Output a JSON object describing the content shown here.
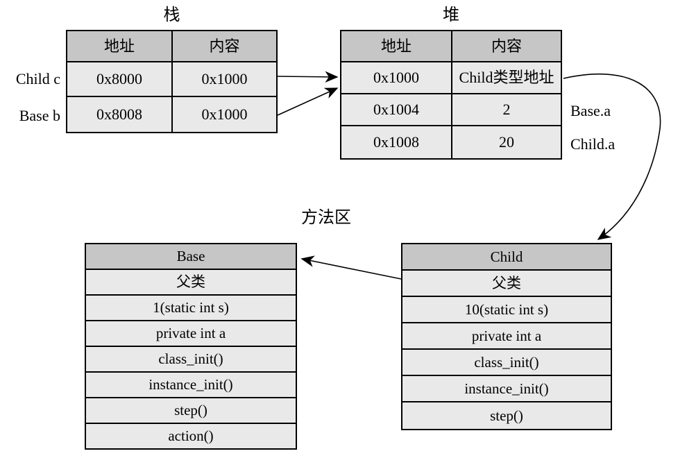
{
  "titles": {
    "stack": "栈",
    "heap": "堆",
    "method_area": "方法区"
  },
  "stack_table": {
    "headers": [
      "地址",
      "内容"
    ],
    "rows": [
      {
        "label": "Child c",
        "address": "0x8000",
        "content": "0x1000"
      },
      {
        "label": "Base b",
        "address": "0x8008",
        "content": "0x1000"
      }
    ]
  },
  "heap_table": {
    "headers": [
      "地址",
      "内容"
    ],
    "rows": [
      {
        "address": "0x1000",
        "content": "Child类型地址",
        "note": ""
      },
      {
        "address": "0x1004",
        "content": "2",
        "note": "Base.a"
      },
      {
        "address": "0x1008",
        "content": "20",
        "note": "Child.a"
      }
    ]
  },
  "base_class_table": {
    "title": "Base",
    "rows": [
      "父类",
      "1(static int s)",
      "private int a",
      "class_init()",
      "instance_init()",
      "step()",
      "action()"
    ]
  },
  "child_class_table": {
    "title": "Child",
    "rows": [
      "父类",
      "10(static int s)",
      "private int a",
      "class_init()",
      "instance_init()",
      "step()"
    ]
  },
  "colors": {
    "header_fill": "#c6c6c6",
    "cell_fill": "#e9e9e9",
    "border": "#000000",
    "background": "#ffffff",
    "arrow": "#000000"
  }
}
